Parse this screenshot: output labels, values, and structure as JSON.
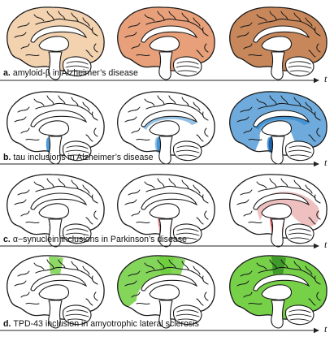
{
  "axis_label": "t",
  "colors": {
    "outline": "#1a1a1a",
    "amyloid": [
      "#f3d2b0",
      "#e8a07a",
      "#c8875a"
    ],
    "tau": "#3e8fd0",
    "synuclein": "#d24a4a",
    "tdp43": "#6fcf3e"
  },
  "rows": [
    {
      "letter": "a.",
      "caption": "amyloid-β in Alzheimer’s disease",
      "stages": [
        {
          "stage": 1,
          "fill": "cortex-light",
          "icon": "brain-medial-section"
        },
        {
          "stage": 2,
          "fill": "cortex-medium",
          "icon": "brain-medial-section"
        },
        {
          "stage": 3,
          "fill": "cortex-dark",
          "icon": "brain-medial-section"
        }
      ]
    },
    {
      "letter": "b.",
      "caption": "tau inclusions in Alzheimer’s disease",
      "stages": [
        {
          "stage": 1,
          "fill": "entorhinal",
          "icon": "brain-medial-section"
        },
        {
          "stage": 2,
          "fill": "limbic",
          "icon": "brain-medial-section"
        },
        {
          "stage": 3,
          "fill": "neocortex",
          "icon": "brain-medial-section"
        }
      ]
    },
    {
      "letter": "c.",
      "caption": "α−synuclein inclusions in Parkinson’s disease",
      "stages": [
        {
          "stage": 1,
          "fill": "brainstem",
          "icon": "brain-medial-section"
        },
        {
          "stage": 2,
          "fill": "midbrain",
          "icon": "brain-medial-section"
        },
        {
          "stage": 3,
          "fill": "cortex",
          "icon": "brain-medial-section"
        }
      ]
    },
    {
      "letter": "d.",
      "caption": "TPD-43 inclusion in amyotrophic lateral sclerosis",
      "stages": [
        {
          "stage": 1,
          "fill": "motor-cortex-spinal",
          "icon": "brain-medial-section"
        },
        {
          "stage": 2,
          "fill": "frontal",
          "icon": "brain-medial-section"
        },
        {
          "stage": 3,
          "fill": "widespread",
          "icon": "brain-medial-section"
        }
      ]
    }
  ]
}
